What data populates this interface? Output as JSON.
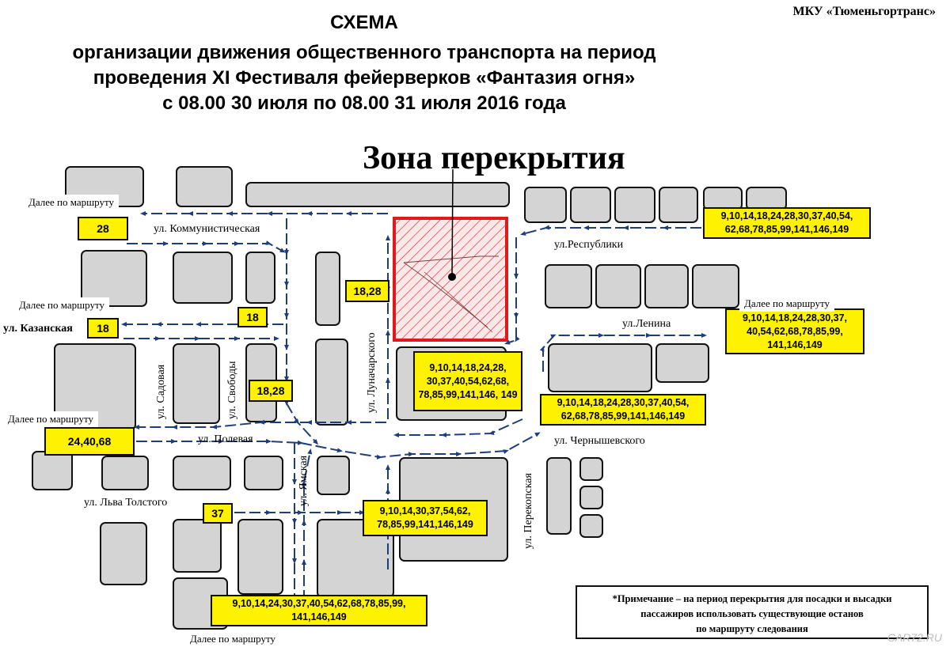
{
  "header": {
    "title": "СХЕМА",
    "subtitle_1": "организации движения общественного транспорта на период",
    "subtitle_2": "проведения XI Фестиваля фейерверков «Фантазия огня»",
    "subtitle_3": "с 08.00 30 июля по 08.00 31 июля 2016 года",
    "organization": "МКУ «Тюменьгортранс»"
  },
  "zone": {
    "label": "Зона перекрытия",
    "border_color": "#e0191b"
  },
  "streets": {
    "kommunisticheskaya": "ул. Коммунистическая",
    "respubliki": "ул.Республики",
    "kazanskaya": "ул. Казанская",
    "lenina": "ул.Ленина",
    "sadovaya": "ул. Садовая",
    "svobody": "ул. Свободы",
    "lunacharskogo": "ул. Луначарского",
    "polevaya": "ул. Полевая",
    "chernyshevskogo": "ул. Чернышевского",
    "lva_tolstogo": "ул. Льва Толстого",
    "yamskaya": "ул. Ямская",
    "perekopskaya": "ул. Перекопская"
  },
  "further_labels": {
    "top_left": "Далее по маршруту",
    "left_mid": "Далее по маршруту",
    "left_low": "Далее по маршруту",
    "right": "Далее по маршруту",
    "bottom": "Далее по маршруту"
  },
  "routes": {
    "r28": "28",
    "r18_left": "18",
    "r18_mid": "18",
    "r18_28_top": "18,28",
    "r18_28_mid": "18,28",
    "r24_40_68": "24,40,68",
    "r37": "37",
    "respubliki": "9,10,14,18,24,28,30,37,40,54, 62,68,78,85,99,141,146,149",
    "lenina": "9,10,14,18,24,28,30,37, 40,54,62,68,78,85,99, 141,146,149",
    "center": "9,10,14,18,24,28, 30,37,40,54,62,68, 78,85,99,141,146, 149",
    "chernyshevskogo": "9,10,14,18,24,28,30,37,40,54, 62,68,78,85,99,141,146,149",
    "yamskaya": "9,10,14,30,37,54,62, 78,85,99,141,146,149",
    "bottom": "9,10,14,24,30,37,40,54,62,68,78,85,99, 141,146,149"
  },
  "note": {
    "line1": "*Примечание – на период перекрытия для посадки и высадки",
    "line2": "пассажиров использовать существующие останов",
    "line3": "по маршруту следования"
  },
  "watermark": "CAR72.RU",
  "colors": {
    "arrow": "#1f3d7a",
    "block_fill": "#d4d4d4",
    "route_fill": "#fff200"
  }
}
